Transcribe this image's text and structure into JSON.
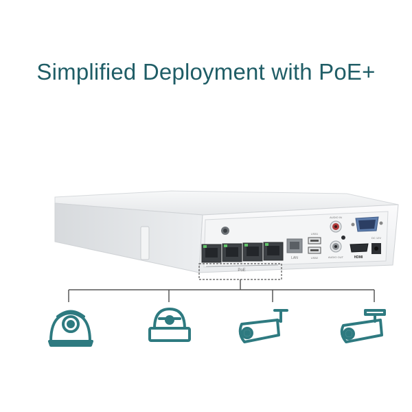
{
  "headline": "Simplified Deployment with PoE+",
  "device": {
    "poe_label": "PoE",
    "port_labels": {
      "lan": "LAN",
      "usb1": "USB1",
      "usb2": "USB2",
      "audio_in": "AUDIO IN",
      "audio_out": "AUDIO OUT",
      "power": "DC 12V"
    }
  },
  "cameras": [
    {
      "icon": "turret-camera-icon"
    },
    {
      "icon": "dome-camera-icon"
    },
    {
      "icon": "bullet-camera-icon"
    },
    {
      "icon": "bullet-camera-icon"
    }
  ],
  "colors": {
    "brand_teal": "#1f5d66",
    "icon_teal": "#2e7a80",
    "connector_gray": "#555555"
  }
}
